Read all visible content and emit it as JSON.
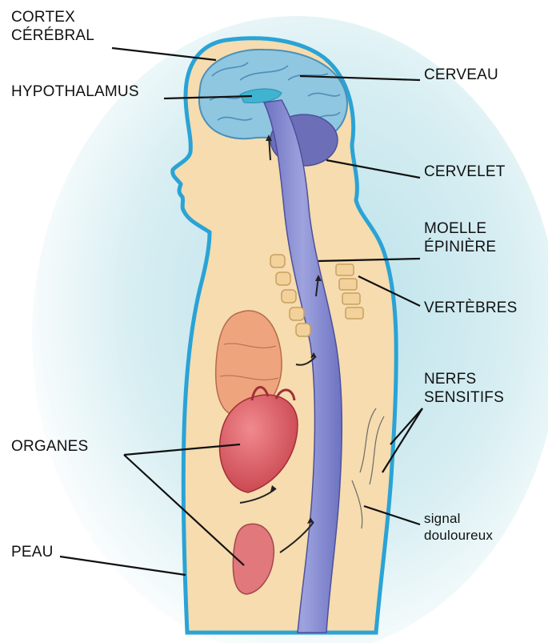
{
  "labels": {
    "cortex_line1": "CORTEX",
    "cortex_line2": "CÉRÉBRAL",
    "hypothalamus": "HYPOTHALAMUS",
    "cerveau": "CERVEAU",
    "cervelet": "CERVELET",
    "moelle_line1": "MOELLE",
    "moelle_line2": "ÉPINIÈRE",
    "vertebres": "VERTÈBRES",
    "nerfs_line1": "NERFS",
    "nerfs_line2": "SENSITIFS",
    "organes": "ORGANES",
    "signal_line1": "signal",
    "signal_line2": "douloureux",
    "peau": "PEAU"
  },
  "colors": {
    "skin": "#f6dcae",
    "outline": "#2aa3d6",
    "brain": "#8fc6e0",
    "cerebellum": "#6c6fb8",
    "spinal_cord": "#7f83c9",
    "heart": "#d9535b",
    "lungs": "#eea47d",
    "kidney": "#e0787c",
    "background_glow": "#c9e8ee"
  }
}
